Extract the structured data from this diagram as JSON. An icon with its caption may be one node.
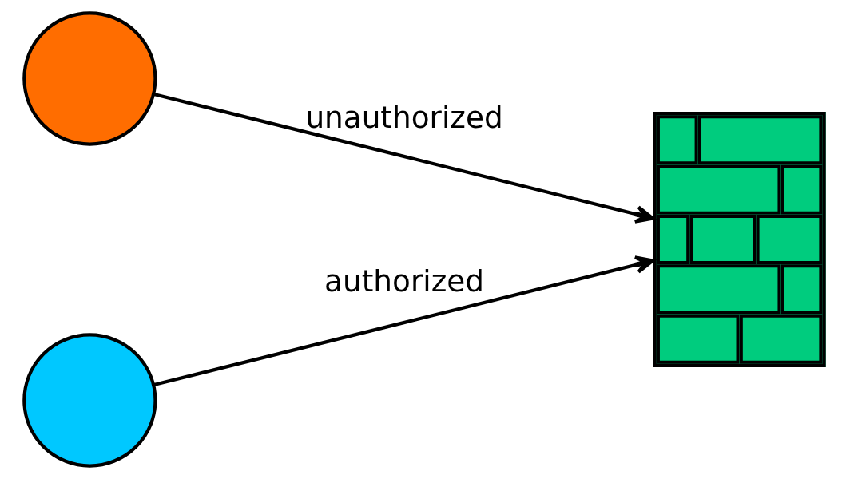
{
  "diagram": {
    "nodes": [
      {
        "text": [],
        "shape": "person"
      },
      {
        "text": [],
        "shape": "person"
      },
      {
        "text": [],
        "shape": "wall"
      }
    ],
    "edges": [
      {
        "from": 0,
        "to": 2,
        "arrow": "to",
        "label": "unauthorized"
      },
      {
        "from": 1,
        "to": 2,
        "arrow": "to",
        "label": "authorized"
      }
    ]
  }
}
